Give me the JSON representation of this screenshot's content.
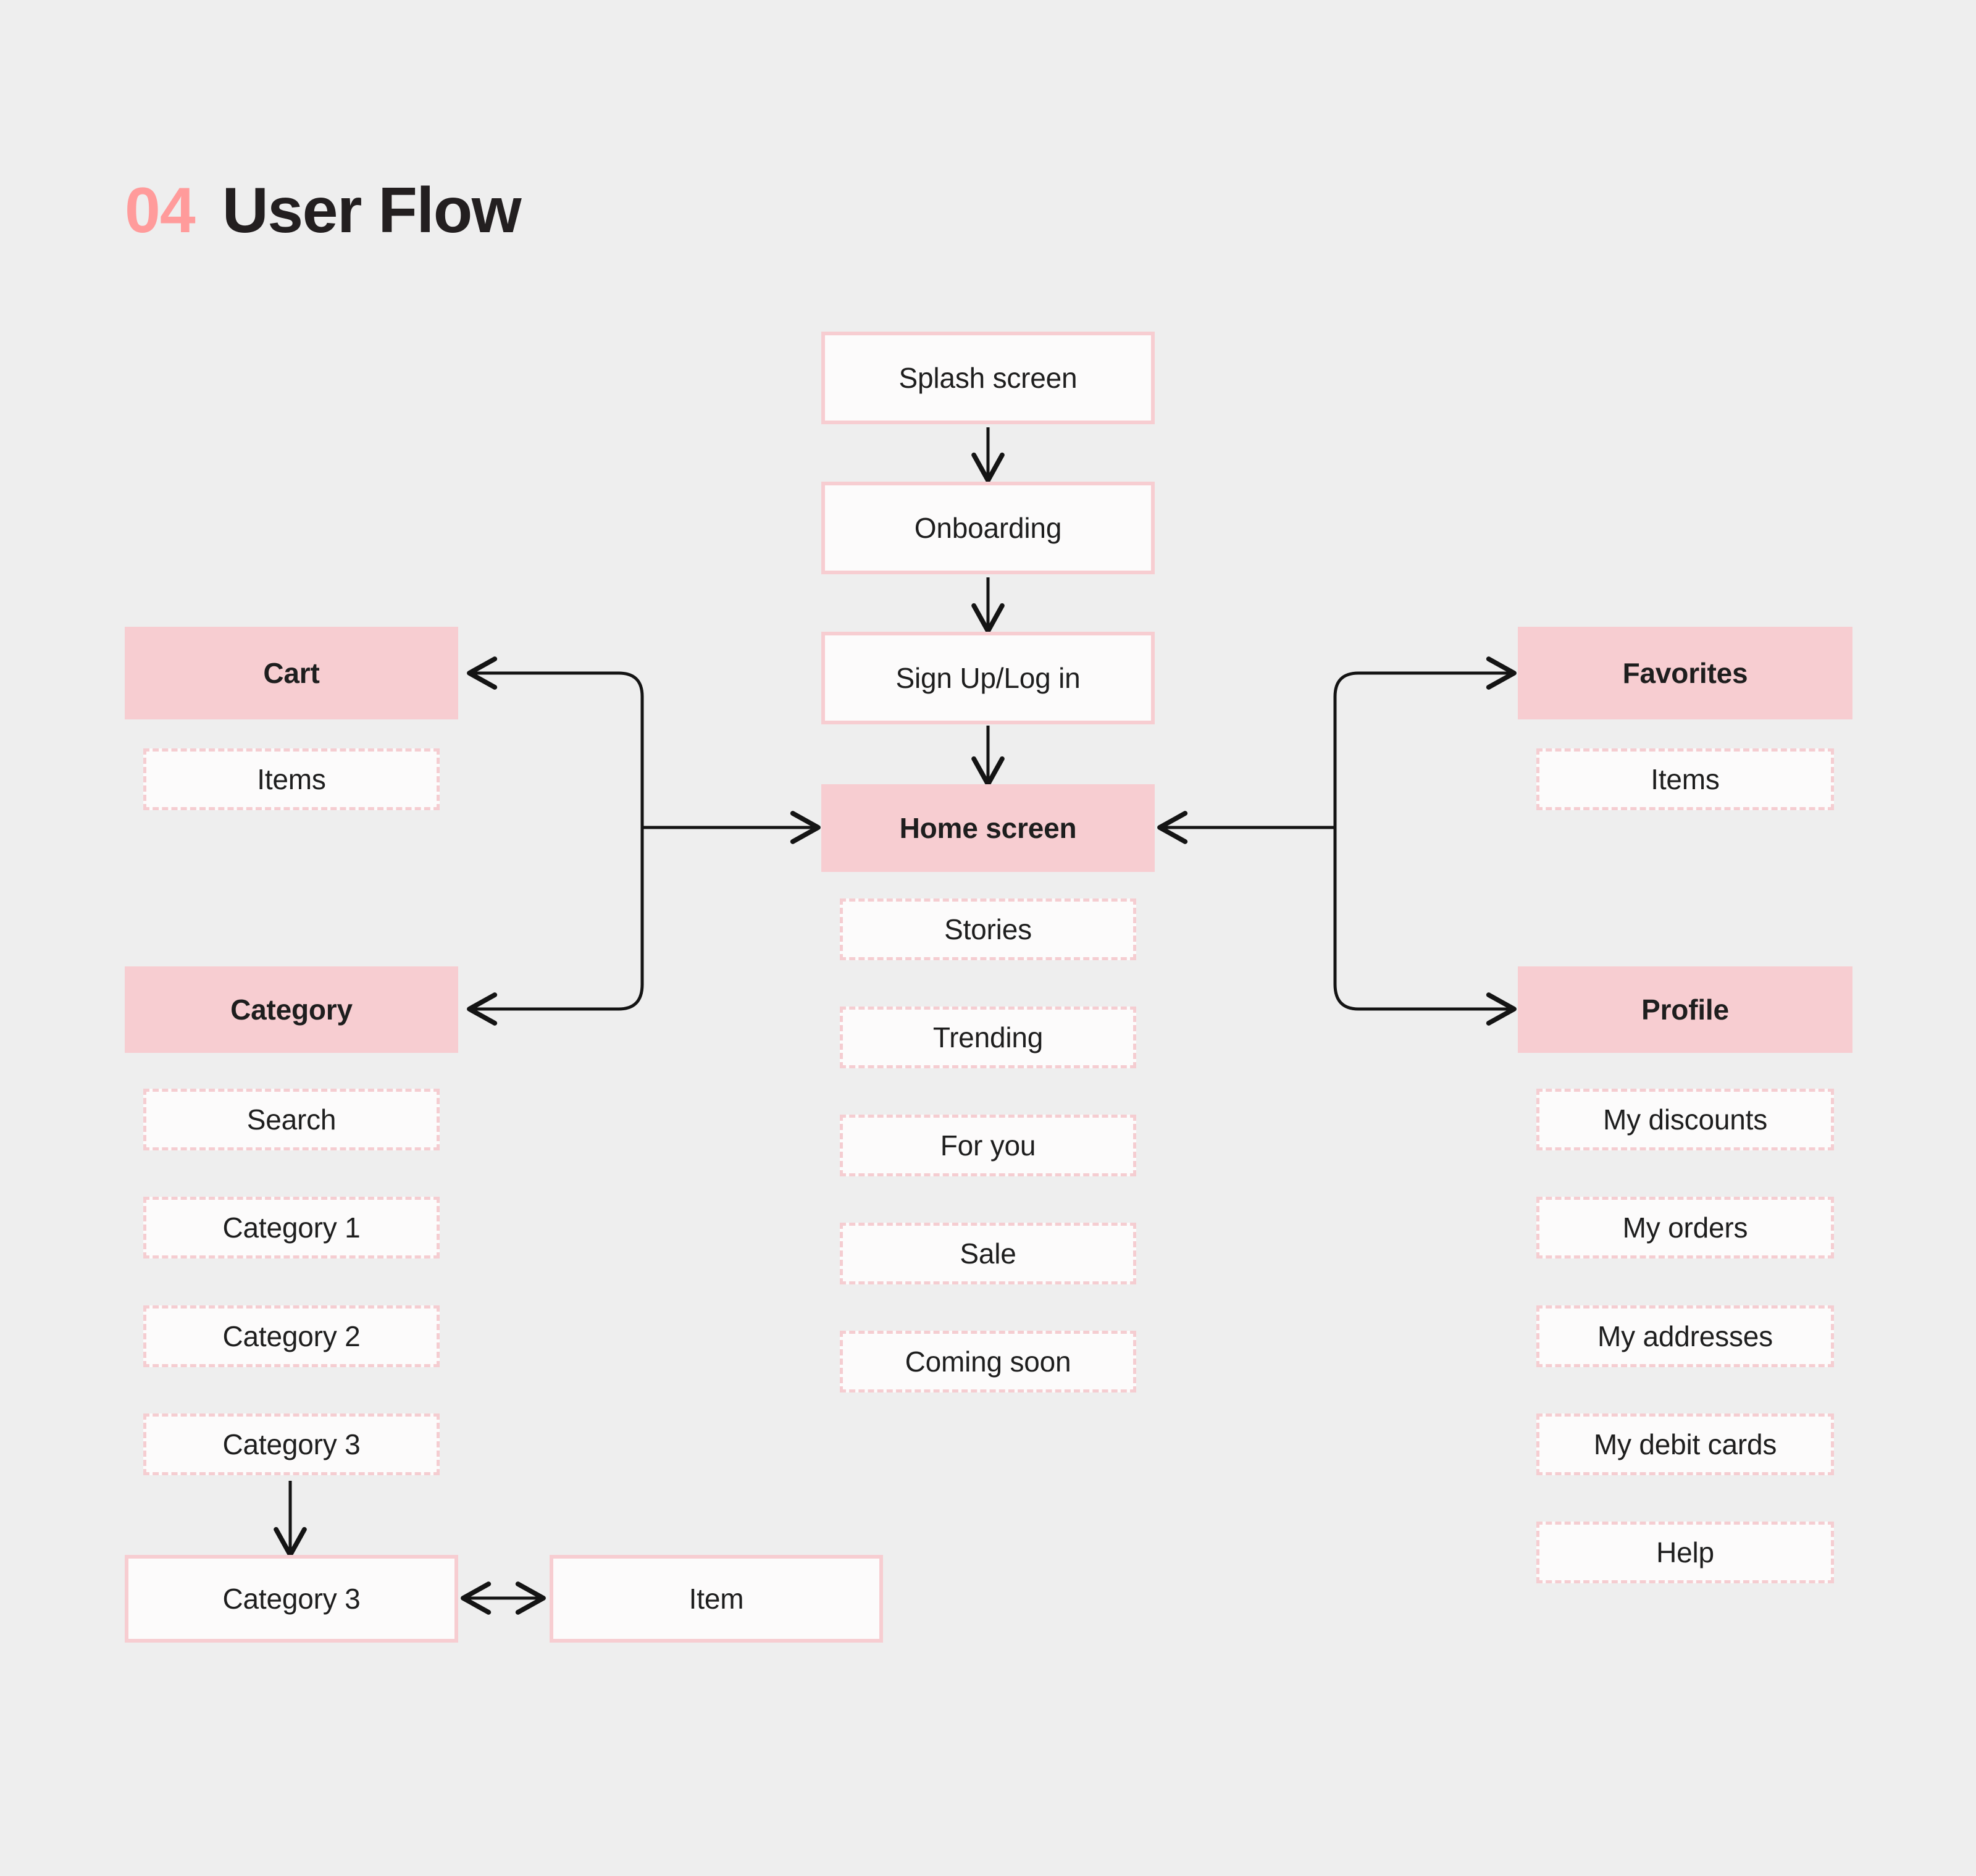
{
  "page": {
    "background_color": "#EEEEEE",
    "accent_pink": "#F7CDD1",
    "accent_salmon": "#FF9B9B",
    "text_color": "#1E1E1E"
  },
  "header": {
    "number": "04",
    "title": "User Flow"
  },
  "diagram": {
    "type": "flowchart",
    "center_column": {
      "entry_steps": [
        {
          "label": "Splash screen",
          "style": "solid"
        },
        {
          "label": "Onboarding",
          "style": "solid"
        },
        {
          "label": "Sign Up/Log in",
          "style": "solid"
        }
      ],
      "hub": {
        "label": "Home screen",
        "style": "filled"
      },
      "hub_children": [
        {
          "label": "Stories",
          "style": "dashed"
        },
        {
          "label": "Trending",
          "style": "dashed"
        },
        {
          "label": "For you",
          "style": "dashed"
        },
        {
          "label": "Sale",
          "style": "dashed"
        },
        {
          "label": "Coming soon",
          "style": "dashed"
        }
      ]
    },
    "left_column": {
      "cart": {
        "label": "Cart",
        "style": "filled"
      },
      "cart_children": [
        {
          "label": "Items",
          "style": "dashed"
        }
      ],
      "category": {
        "label": "Category",
        "style": "filled"
      },
      "category_children": [
        {
          "label": "Search",
          "style": "dashed"
        },
        {
          "label": "Category 1",
          "style": "dashed"
        },
        {
          "label": "Category 2",
          "style": "dashed"
        },
        {
          "label": "Category 3",
          "style": "dashed"
        }
      ],
      "detail_row": [
        {
          "label": "Category 3",
          "style": "solid"
        },
        {
          "label": "Item",
          "style": "solid"
        }
      ]
    },
    "right_column": {
      "favorites": {
        "label": "Favorites",
        "style": "filled"
      },
      "favorites_children": [
        {
          "label": "Items",
          "style": "dashed"
        }
      ],
      "profile": {
        "label": "Profile",
        "style": "filled"
      },
      "profile_children": [
        {
          "label": "My discounts",
          "style": "dashed"
        },
        {
          "label": "My orders",
          "style": "dashed"
        },
        {
          "label": "My addresses",
          "style": "dashed"
        },
        {
          "label": "My debit cards",
          "style": "dashed"
        },
        {
          "label": "Help",
          "style": "dashed"
        }
      ]
    },
    "connections": [
      {
        "from": "Splash screen",
        "to": "Onboarding",
        "direction": "down"
      },
      {
        "from": "Onboarding",
        "to": "Sign Up/Log in",
        "direction": "down"
      },
      {
        "from": "Sign Up/Log in",
        "to": "Home screen",
        "direction": "down"
      },
      {
        "from": "Home screen",
        "to": "Cart",
        "direction": "left"
      },
      {
        "from": "Home screen",
        "to": "Category",
        "direction": "left"
      },
      {
        "from": "Home screen",
        "to": "Favorites",
        "direction": "right"
      },
      {
        "from": "Home screen",
        "to": "Profile",
        "direction": "right"
      },
      {
        "from": "Category 3",
        "to": "Category 3 detail",
        "direction": "down"
      },
      {
        "from": "Category 3 detail",
        "to": "Item",
        "direction": "both"
      }
    ]
  }
}
